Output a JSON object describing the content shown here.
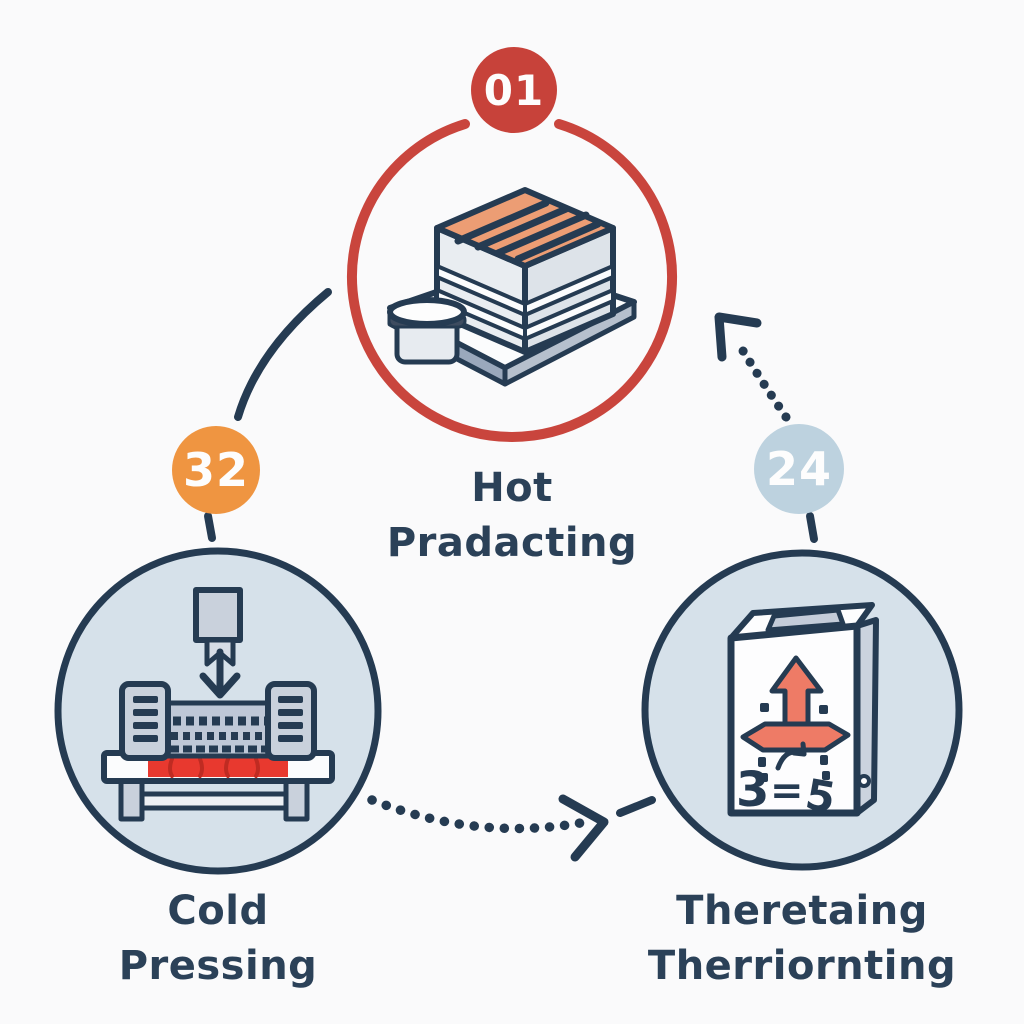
{
  "diagram_type": "process-cycle",
  "nodes": [
    {
      "id": "hot-pressing",
      "badge": "01",
      "label": [
        "Hot",
        "Pradacting"
      ],
      "icon": "hot-pressed-block-icon",
      "ring_style": "red-outline",
      "position": "top-center"
    },
    {
      "id": "cold-pressing",
      "badge": "32",
      "label": [
        "Cold",
        "Pressing"
      ],
      "icon": "cold-press-machine-icon",
      "ring_style": "navy-outline-blue-fill",
      "position": "bottom-left"
    },
    {
      "id": "thermoforming",
      "badge": "24",
      "label": [
        "Theretaing",
        "Therriornting"
      ],
      "icon": "thermoforming-box-icon",
      "icon_glyphs": {
        "three": "3",
        "equals": "=",
        "five": "5"
      },
      "ring_style": "navy-outline-blue-fill",
      "position": "bottom-right"
    }
  ],
  "connectors": [
    {
      "from": "cold-pressing",
      "to": "hot-pressing",
      "style": "solid-curve",
      "arrowhead": false
    },
    {
      "from": "cold-pressing",
      "to": "thermoforming",
      "style": "dotted-curve",
      "arrowhead": true
    },
    {
      "from": "thermoforming",
      "to": "hot-pressing",
      "style": "dotted-line",
      "arrowhead": true
    }
  ],
  "colors": {
    "background": "#fafafb",
    "navy_outline": "#253b52",
    "label_text": "#2b4158",
    "red_ring": "#c9453d",
    "red_badge": "#c7423a",
    "orange_badge": "#ef9541",
    "light_blue_badge": "#bdd2df",
    "circle_fill": "#d6e1ea",
    "salmon_arrow": "#ee7b66",
    "machine_red": "#e8392f",
    "block_top_orange": "#ec9d74",
    "gray_fill": "#c9d1dc"
  }
}
